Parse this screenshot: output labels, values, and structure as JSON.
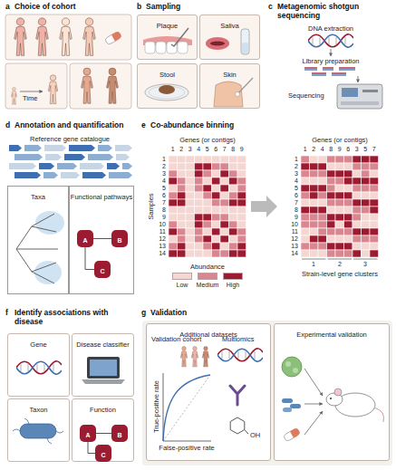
{
  "diagram": {
    "nodes": [
      {
        "text": [
          "Plaque"
        ]
      },
      {
        "text": [
          "Saliva"
        ]
      },
      {
        "text": [
          "Stool"
        ]
      },
      {
        "text": [
          "Skin"
        ]
      },
      {
        "text": [
          "Taxa"
        ]
      },
      {
        "text": [
          "Functional pathways"
        ]
      },
      {
        "text": [
          "A"
        ],
        "in": 5
      },
      {
        "text": [
          "B"
        ],
        "in": 5
      },
      {
        "text": [
          "C"
        ],
        "in": 5
      },
      {
        "text": [
          "Gene"
        ]
      },
      {
        "text": [
          "Disease classifier"
        ]
      },
      {
        "text": [
          "Taxon"
        ]
      },
      {
        "text": [
          "Function"
        ]
      },
      {
        "text": [
          "A"
        ],
        "in": 12
      },
      {
        "text": [
          "B"
        ],
        "in": 12
      },
      {
        "text": [
          "C"
        ],
        "in": 12
      },
      {
        "text": [
          "Additional datasets"
        ]
      },
      {
        "text": [
          "Experimental validation"
        ]
      }
    ],
    "edges": [
      {
        "from": 6,
        "to": 7,
        "arrow": "none"
      },
      {
        "from": 6,
        "to": 8,
        "arrow": "none"
      },
      {
        "from": 13,
        "to": 14,
        "arrow": "none"
      },
      {
        "from": 13,
        "to": 15,
        "arrow": "none"
      }
    ],
    "labels": [
      "a",
      "Choice of cohort",
      "Time",
      "b",
      "Sampling",
      "c",
      "Metagenomic shotgun sequencing",
      "DNA extraction",
      "Library preparation",
      "Sequencing",
      "d",
      "Annotation and quantification",
      "Reference gene catalogue",
      "e",
      "Co-abundance binning",
      "Genes (or contigs)",
      "1",
      "2",
      "3",
      "4",
      "5",
      "6",
      "7",
      "8",
      "9",
      "Samples",
      "1",
      "2",
      "3",
      "4",
      "5",
      "6",
      "7",
      "8",
      "9",
      "10",
      "11",
      "12",
      "13",
      "14",
      "Abundance",
      "Genes (or contigs)",
      "1",
      "2",
      "4",
      "8",
      "9",
      "6",
      "3",
      "5",
      "7",
      "1",
      "2",
      "3",
      "4",
      "5",
      "6",
      "7",
      "8",
      "9",
      "10",
      "11",
      "12",
      "13",
      "14",
      "1",
      "2",
      "3",
      "Strain-level gene clusters",
      "f",
      "Identify associations with disease",
      "g",
      "Validation",
      "Validation cohort",
      "Multiomics",
      "True-positive rate",
      "False-positive rate",
      "OH"
    ],
    "legend": [
      {
        "text": "Low",
        "color": "#f4d6d3"
      },
      {
        "text": "Medium",
        "color": "#d88790"
      },
      {
        "text": "High",
        "color": "#9b1b30"
      }
    ]
  }
}
